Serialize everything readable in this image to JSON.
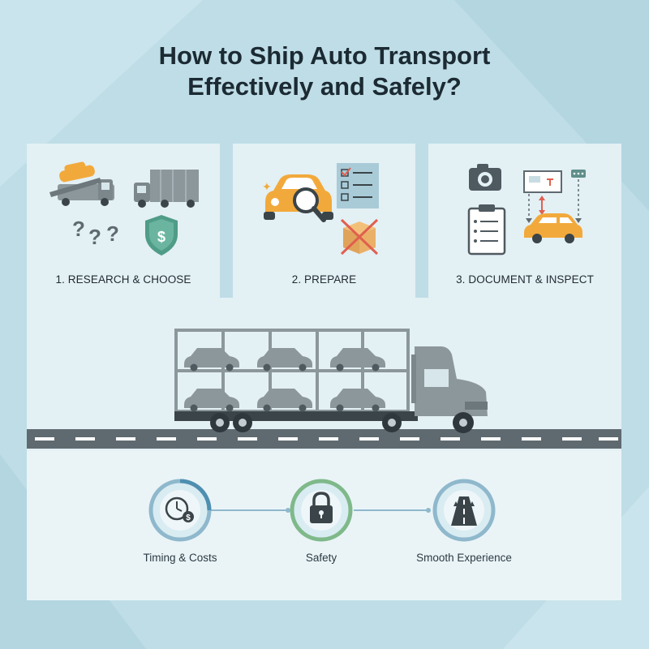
{
  "title": {
    "line1": "How to Ship Auto Transport",
    "line2": "Effectively and Safely?"
  },
  "steps": [
    {
      "label": "1. RESEARCH & CHOOSE",
      "icons": [
        "car-on-tow-truck-icon",
        "box-truck-icon",
        "question-marks-icon",
        "dollar-shield-icon"
      ]
    },
    {
      "label": "2. PREPARE",
      "icons": [
        "car-magnifier-icon",
        "checklist-icon",
        "crossed-box-icon"
      ]
    },
    {
      "label": "3. DOCUMENT & INSPECT",
      "icons": [
        "camera-icon",
        "clipboard-icon",
        "inspection-diagram-icon",
        "car-icon"
      ]
    }
  ],
  "features": [
    {
      "label": "Timing & Costs",
      "icon": "clock-dollar-icon",
      "ring_color": "#6fa8c0"
    },
    {
      "label": "Safety",
      "icon": "lock-icon",
      "ring_color": "#7fb98a"
    },
    {
      "label": "Smooth Experience",
      "icon": "road-icon",
      "ring_color": "#8fb8cc"
    }
  ],
  "colors": {
    "accent_car": "#f2a93b",
    "truck_gray": "#8c979c",
    "road": "#5f6a70",
    "shield_green": "#4f9c87",
    "cross_red": "#e0604f"
  }
}
